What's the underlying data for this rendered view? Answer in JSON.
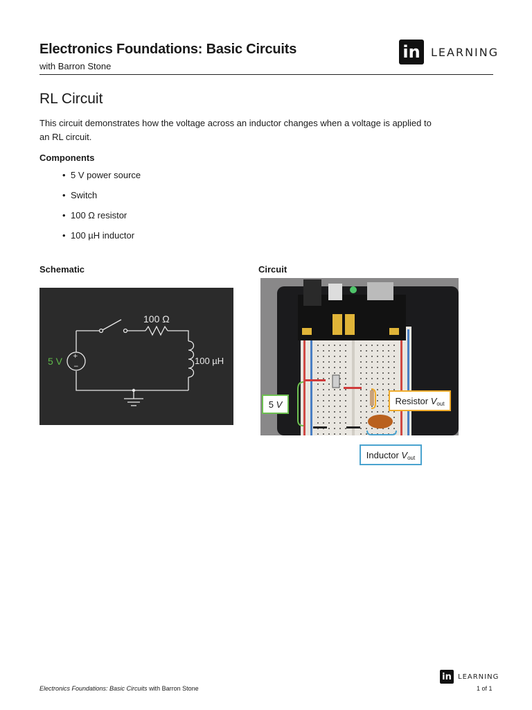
{
  "header": {
    "course_title": "Electronics Foundations: Basic Circuits",
    "instructor_line": "with Barron Stone",
    "logo_mark": "in",
    "logo_word": "LEARNING"
  },
  "page": {
    "title": "RL Circuit",
    "intro": "This circuit demonstrates how the voltage across an inductor changes when a voltage is applied to an RL circuit."
  },
  "components": {
    "heading": "Components",
    "items": [
      "5 V power source",
      "Switch",
      "100 Ω resistor",
      "100 µH inductor"
    ]
  },
  "schematic": {
    "heading": "Schematic",
    "source_label": "5 V",
    "resistor_label": "100 Ω",
    "inductor_label": "100 µH",
    "plus_sign": "+",
    "minus_sign": "−",
    "source_color": "#5fb94a"
  },
  "circuit": {
    "heading": "Circuit",
    "callout_5v_value": "5",
    "callout_5v_unit": "V",
    "callout_resistor_prefix": "Resistor",
    "callout_inductor_prefix": "Inductor",
    "callout_symbol": "V",
    "callout_subscript": "out",
    "colors": {
      "source": "#6cbf4f",
      "resistor": "#f0ac2c",
      "inductor": "#4aa3cf"
    }
  },
  "footer": {
    "course_italic": "Electronics Foundations: Basic Circuits",
    "instructor": " with Barron Stone",
    "page_number": "1 of 1",
    "logo_mark": "in",
    "logo_word": "LEARNING"
  }
}
